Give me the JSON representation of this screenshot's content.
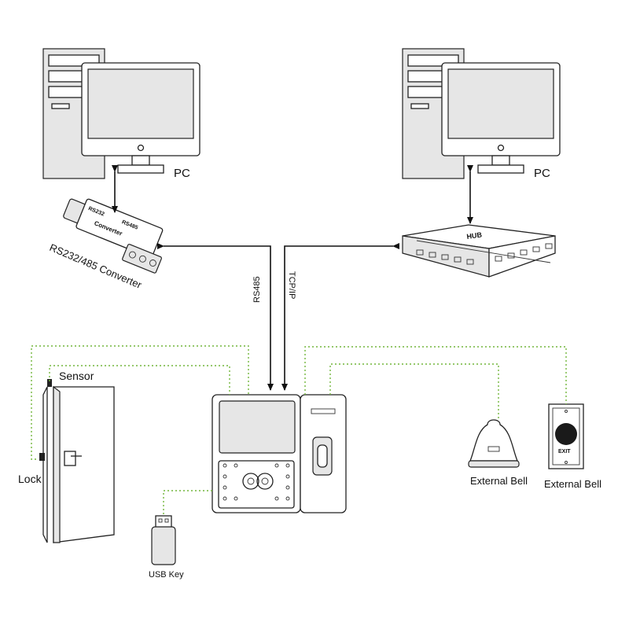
{
  "labels": {
    "pc_left": "PC",
    "pc_right": "PC",
    "converter": "RS232/485 Converter",
    "converter_face": [
      "RS232",
      "RS485",
      "Converter"
    ],
    "hub": "HUB",
    "rs485": "RS485",
    "tcpip": "TCP/IP",
    "sensor": "Sensor",
    "lock": "Lock",
    "usb_key": "USB Key",
    "external_bell_1": "External Bell",
    "external_bell_2": "External Bell",
    "exit_button": "EXIT"
  },
  "colors": {
    "wire_green": "#72b63b",
    "line": "#222222"
  }
}
